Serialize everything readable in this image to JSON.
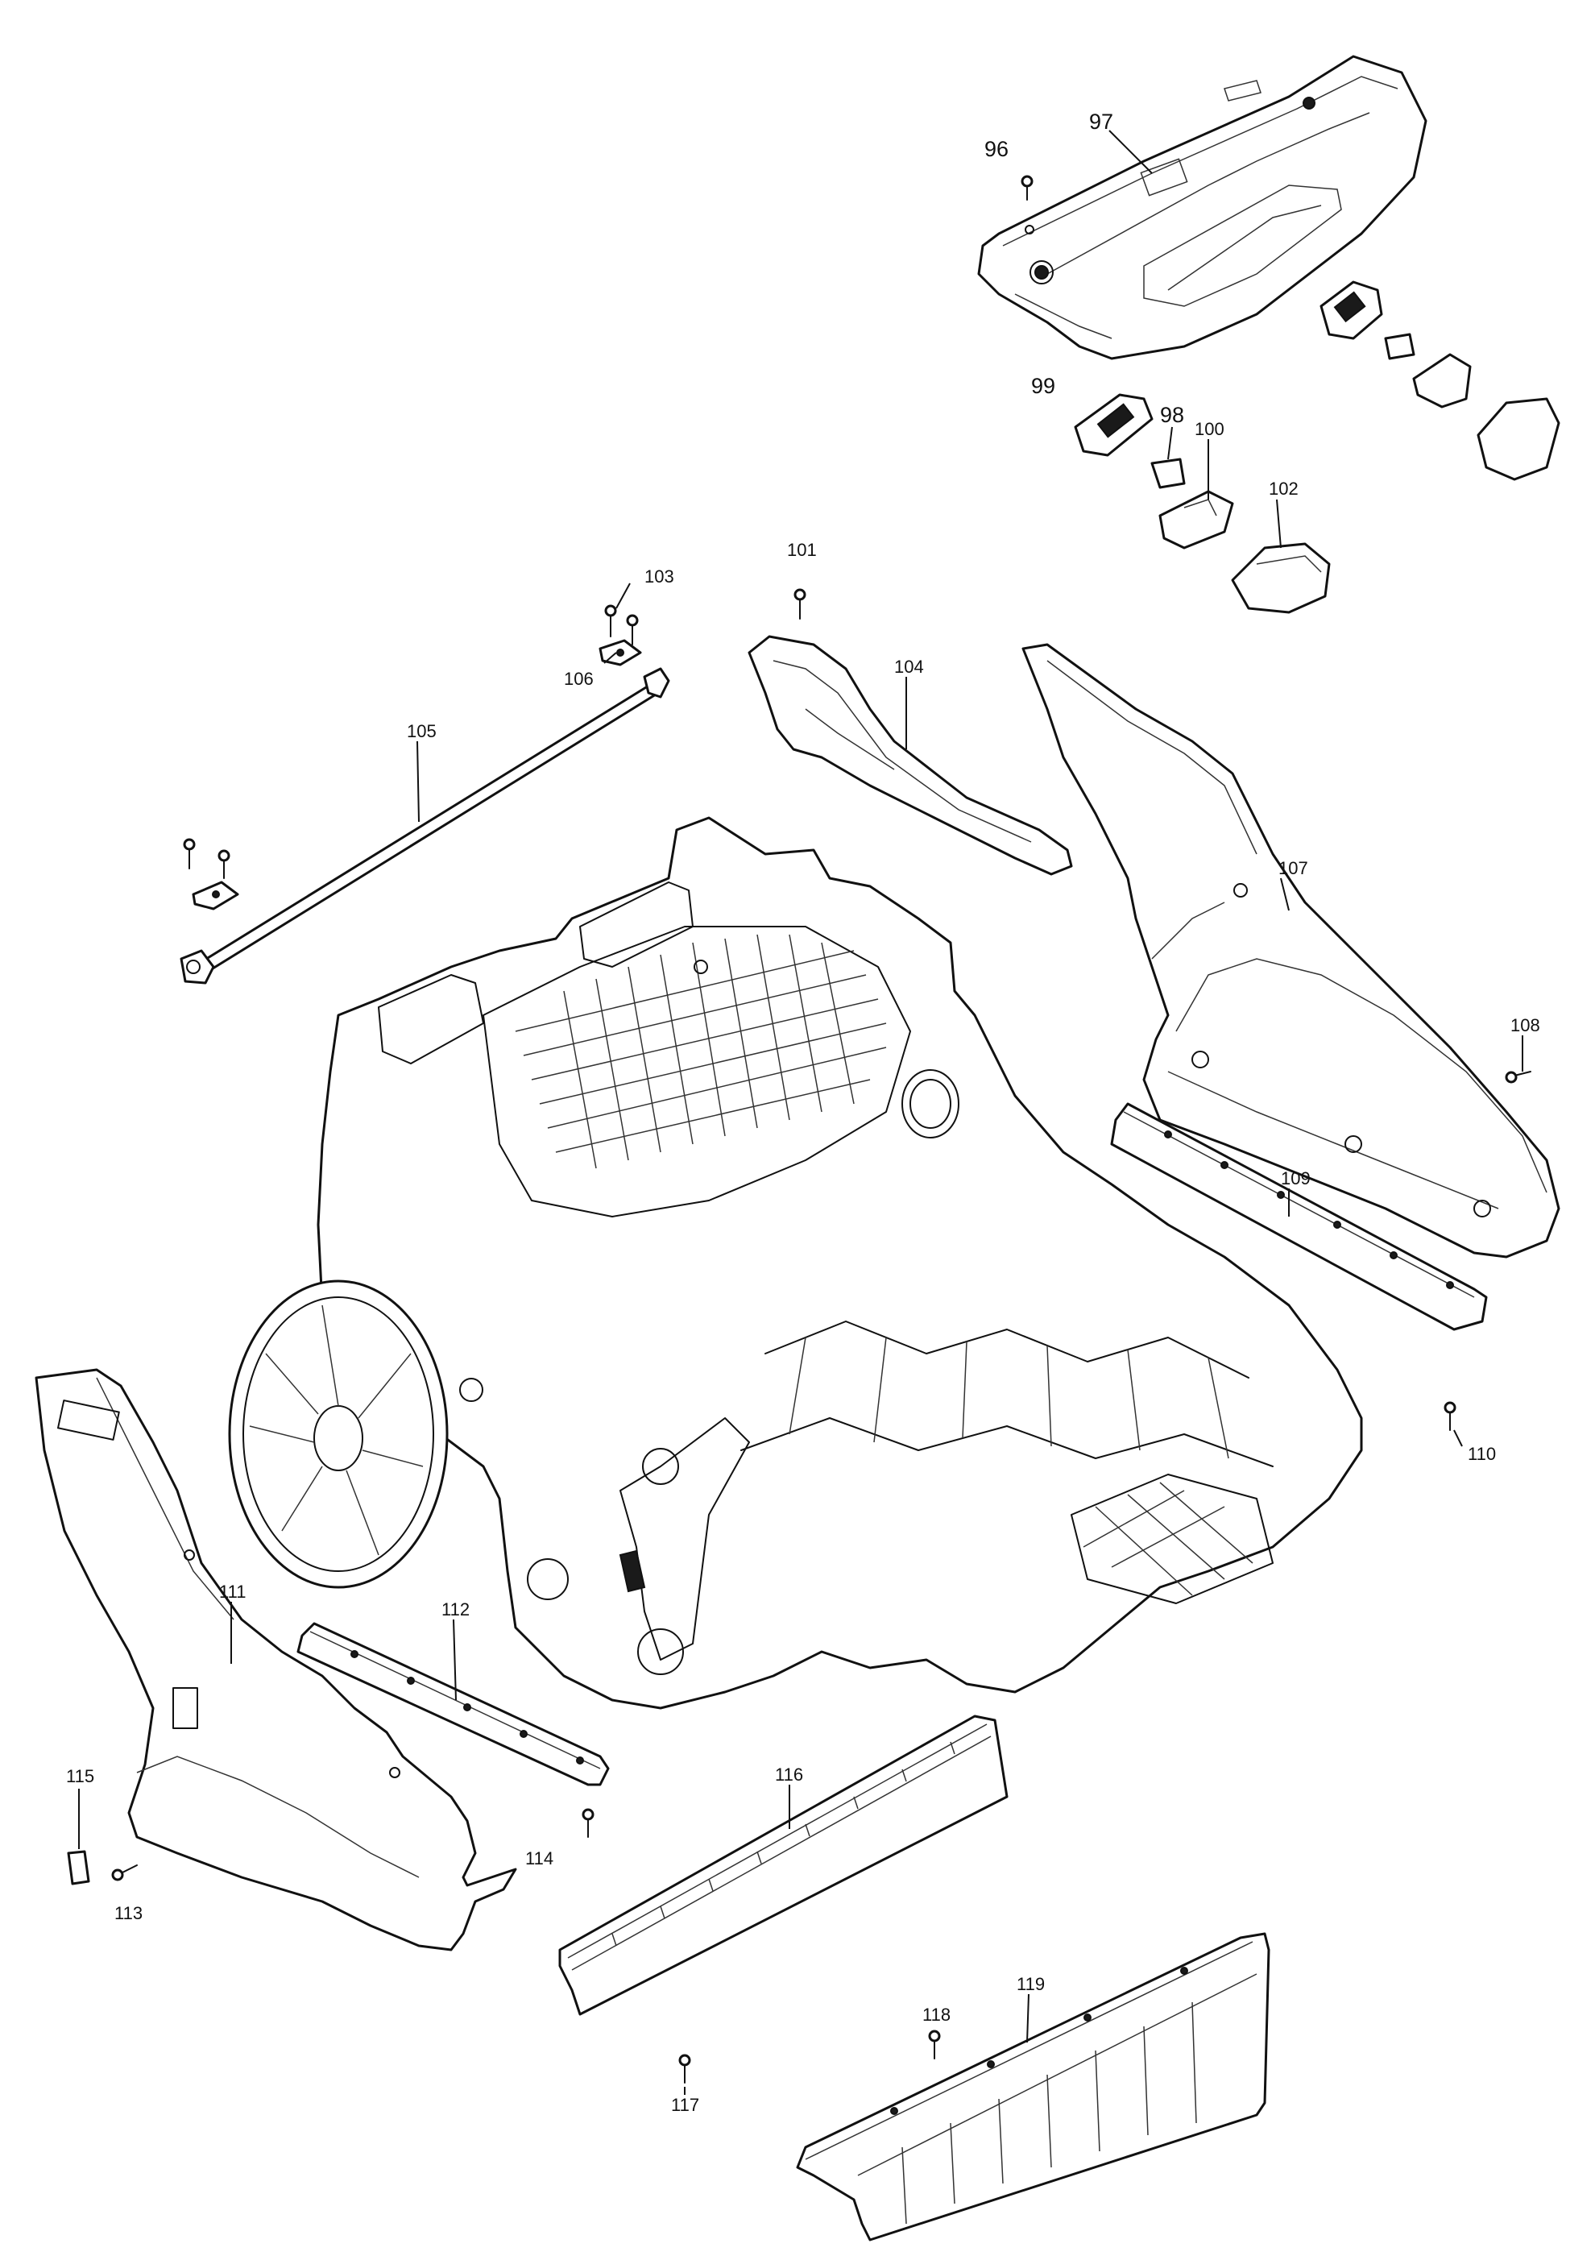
{
  "callouts": {
    "p96": "96",
    "p97": "97",
    "p98": "98",
    "p99": "99",
    "p100": "100",
    "p101": "101",
    "p102": "102",
    "p103": "103",
    "p104": "104",
    "p105": "105",
    "p106": "106",
    "p107": "107",
    "p108": "108",
    "p109": "109",
    "p110": "110",
    "p111": "111",
    "p112": "112",
    "p113": "113",
    "p114": "114",
    "p115": "115",
    "p116": "116",
    "p117": "117",
    "p118": "118",
    "p119": "119"
  }
}
